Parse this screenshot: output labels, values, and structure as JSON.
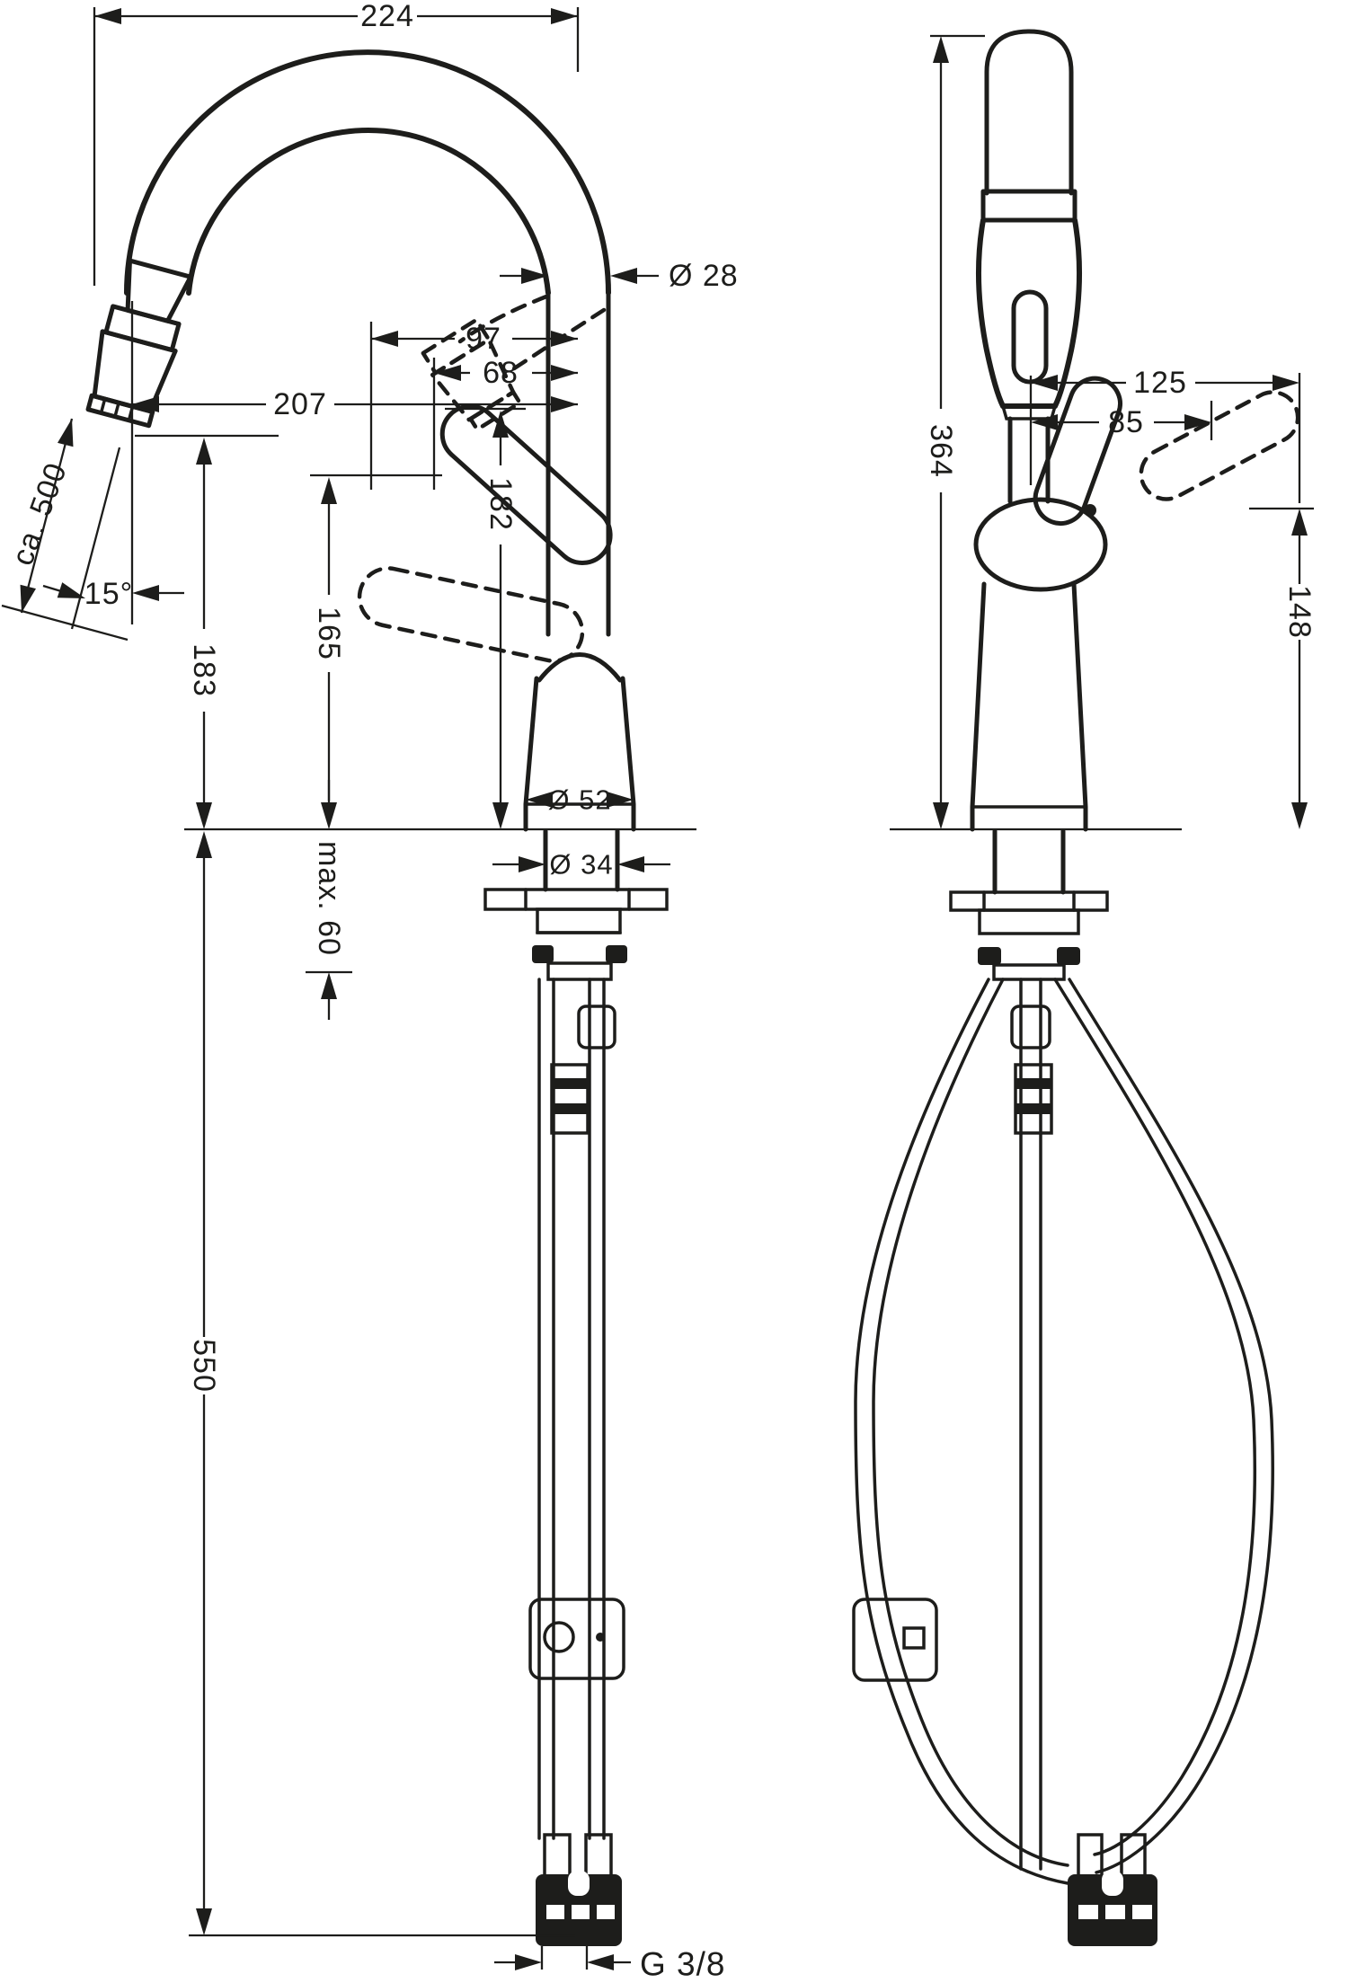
{
  "drawing": {
    "left_view": {
      "spout_reach_top": "224",
      "spout_pipe_diameter": "Ø 28",
      "offset_spray_to_riser": "97",
      "offset_handle_to_riser": "68",
      "offset_tip_to_riser": "207",
      "pullout_hose_length": "ca. 500",
      "spray_angle": "15°",
      "spout_outlet_height": "183",
      "handle_top_height": "165",
      "swivel_outlet_height": "182",
      "body_diameter": "Ø 52",
      "shank_diameter": "Ø 34",
      "max_counter_thickness": "max. 60",
      "hose_length_below": "550",
      "connection_thread": "G 3/8"
    },
    "right_view": {
      "total_height": "364",
      "spray_to_handle_tip": "125",
      "spray_to_handle_pivot": "85",
      "handle_clearance_height": "148"
    },
    "line_color": "#1d1d1b",
    "background": "#ffffff"
  }
}
